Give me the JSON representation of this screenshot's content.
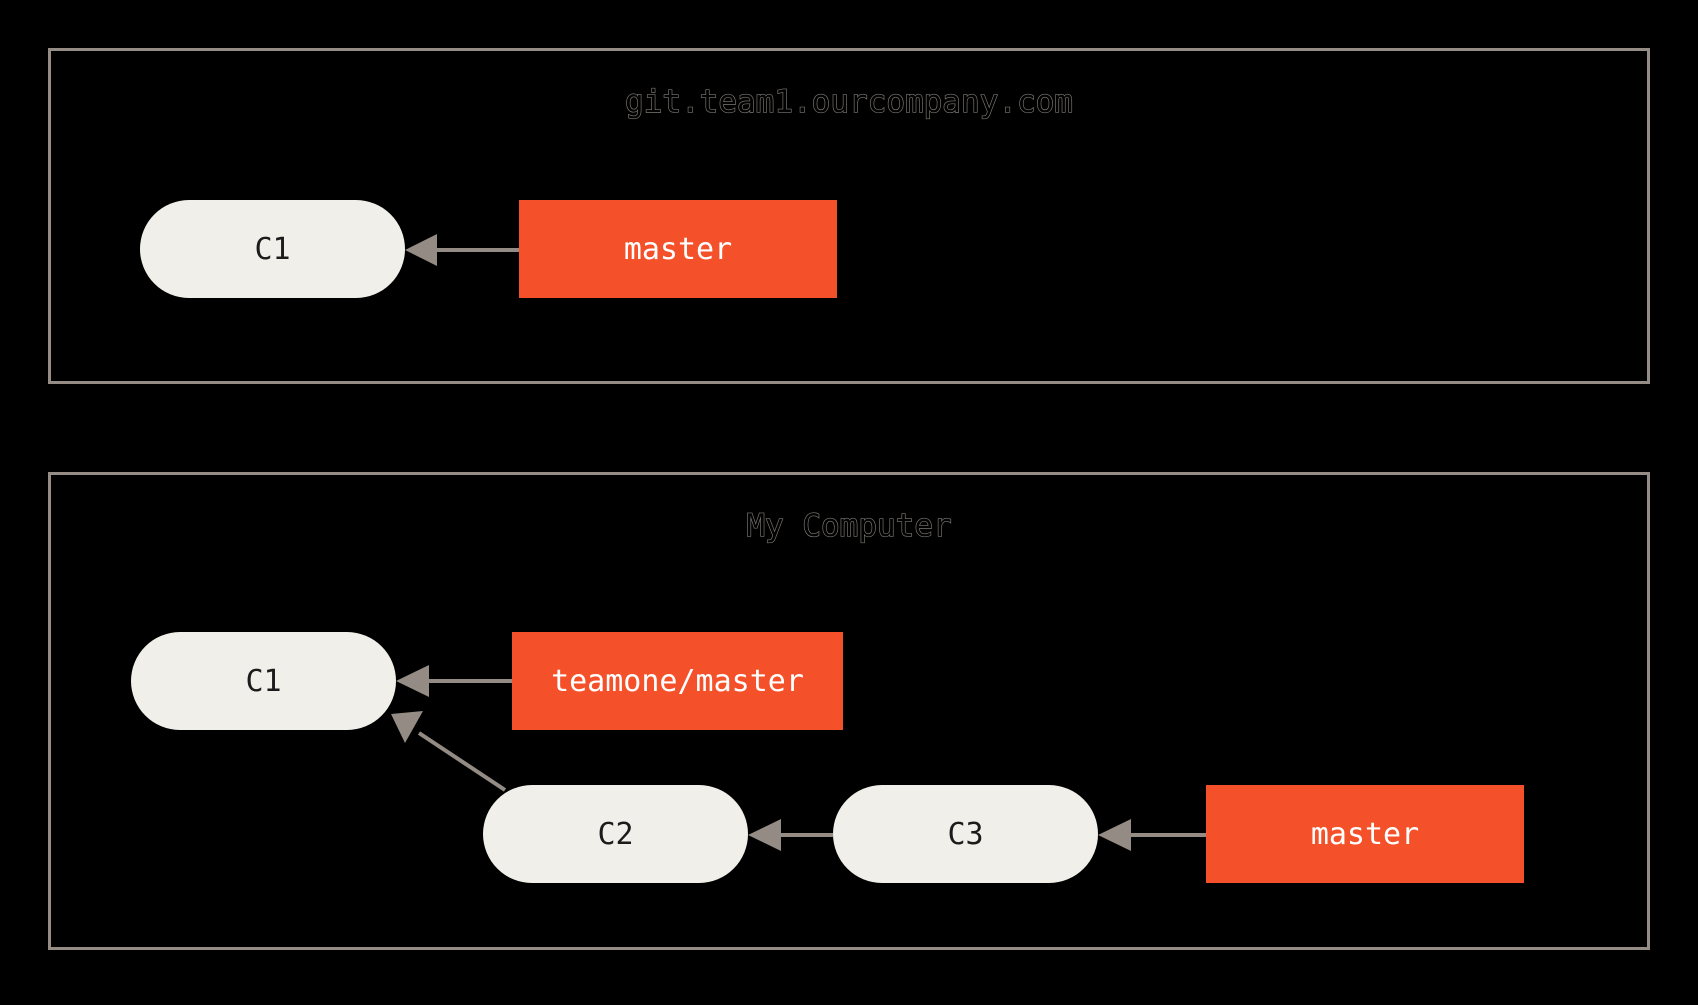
{
  "diagram": {
    "background_color": "#000000",
    "panel_border_color": "#958d85",
    "commit_fill_color": "#f0efe9",
    "commit_text_color": "#1b1b1b",
    "branch_fill_color": "#f4512a",
    "branch_text_color": "#ffffff",
    "arrow_color": "#948c84"
  },
  "panels": [
    {
      "id": "remote",
      "title": "git.team1.ourcompany.com",
      "commits": [
        {
          "id": "c1",
          "label": "C1"
        }
      ],
      "branches": [
        {
          "id": "master",
          "label": "master"
        }
      ],
      "arrows": [
        {
          "from": "master",
          "to": "c1"
        }
      ]
    },
    {
      "id": "local",
      "title": "My Computer",
      "commits": [
        {
          "id": "c1",
          "label": "C1"
        },
        {
          "id": "c2",
          "label": "C2"
        },
        {
          "id": "c3",
          "label": "C3"
        }
      ],
      "branches": [
        {
          "id": "teamone-master",
          "label": "teamone/master"
        },
        {
          "id": "master",
          "label": "master"
        }
      ],
      "arrows": [
        {
          "from": "teamone-master",
          "to": "c1"
        },
        {
          "from": "c2",
          "to": "c1"
        },
        {
          "from": "c3",
          "to": "c2"
        },
        {
          "from": "master",
          "to": "c3"
        }
      ]
    }
  ]
}
